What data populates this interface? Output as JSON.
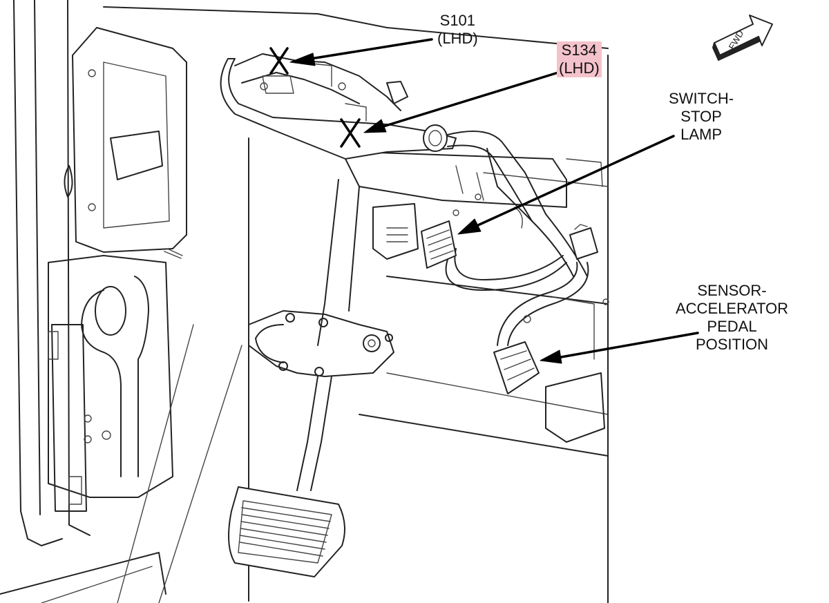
{
  "labels": {
    "s101": [
      "S101",
      "(LHD)"
    ],
    "s134": [
      "S134",
      "(LHD)"
    ],
    "stop_lamp_switch": [
      "SWITCH-",
      "STOP",
      "LAMP"
    ],
    "accelerator_sensor": [
      "SENSOR-",
      "ACCELERATOR",
      "PEDAL",
      "POSITION"
    ],
    "forward_arrow": "FWD"
  },
  "colors": {
    "s134_highlight": "#f4c2cb",
    "line": "#222222",
    "background": "#ffffff"
  }
}
